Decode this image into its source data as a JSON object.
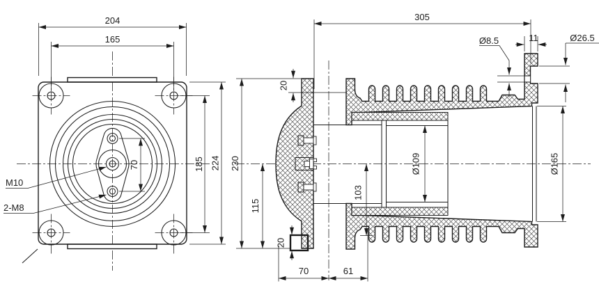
{
  "front_view": {
    "width": "204",
    "bolt_span_h": "165",
    "bolt_span_v": "185",
    "height": "224",
    "insert_span": "70",
    "center_insert": "M10",
    "outer_inserts": "2-M8"
  },
  "section_view": {
    "length": "305",
    "bolt_hole": "Ø8.5",
    "flange_thk": "11",
    "counterbore": "Ø26.5",
    "collar": "20",
    "flange_height": "230",
    "half_height": "115",
    "block": "20",
    "span_a": "70",
    "span_b": "61",
    "depth": "103",
    "tube_dia": "Ø109",
    "opening_dia": "Ø165"
  },
  "colors": {
    "line": "#1c1c1c",
    "hatch": "#555555",
    "background": "#ffffff"
  }
}
